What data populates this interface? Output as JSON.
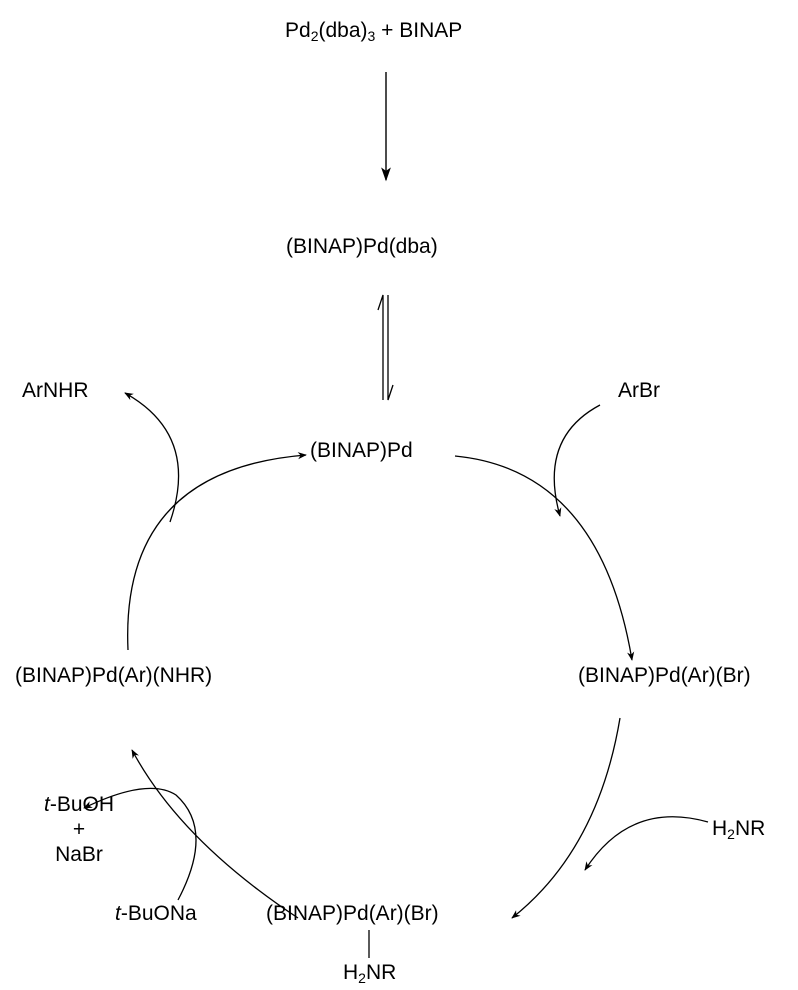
{
  "precatalyst": {
    "a": "Pd",
    "a_sub": "2",
    "b": "(dba)",
    "b_sub": "3",
    "c": " + BINAP"
  },
  "complex_dba": "(BINAP)Pd(dba)",
  "catalyst": "(BINAP)Pd",
  "oxidative_addition_product": "(BINAP)Pd(Ar)(Br)",
  "amine_complex": {
    "line1": "(BINAP)Pd(Ar)(Br)",
    "ligand_a": "H",
    "ligand_sub": "2",
    "ligand_b": "NR"
  },
  "amido_complex": "(BINAP)Pd(Ar)(NHR)",
  "reagents": {
    "aryl_bromide": "ArBr",
    "amine": {
      "a": "H",
      "sub": "2",
      "b": "NR"
    },
    "product": "ArNHR",
    "base": {
      "italic": "t",
      "rest": "-BuONa"
    },
    "byproduct_alcohol": {
      "italic": "t",
      "rest": "-BuOH"
    },
    "plus": "+",
    "byproduct_salt": "NaBr"
  }
}
